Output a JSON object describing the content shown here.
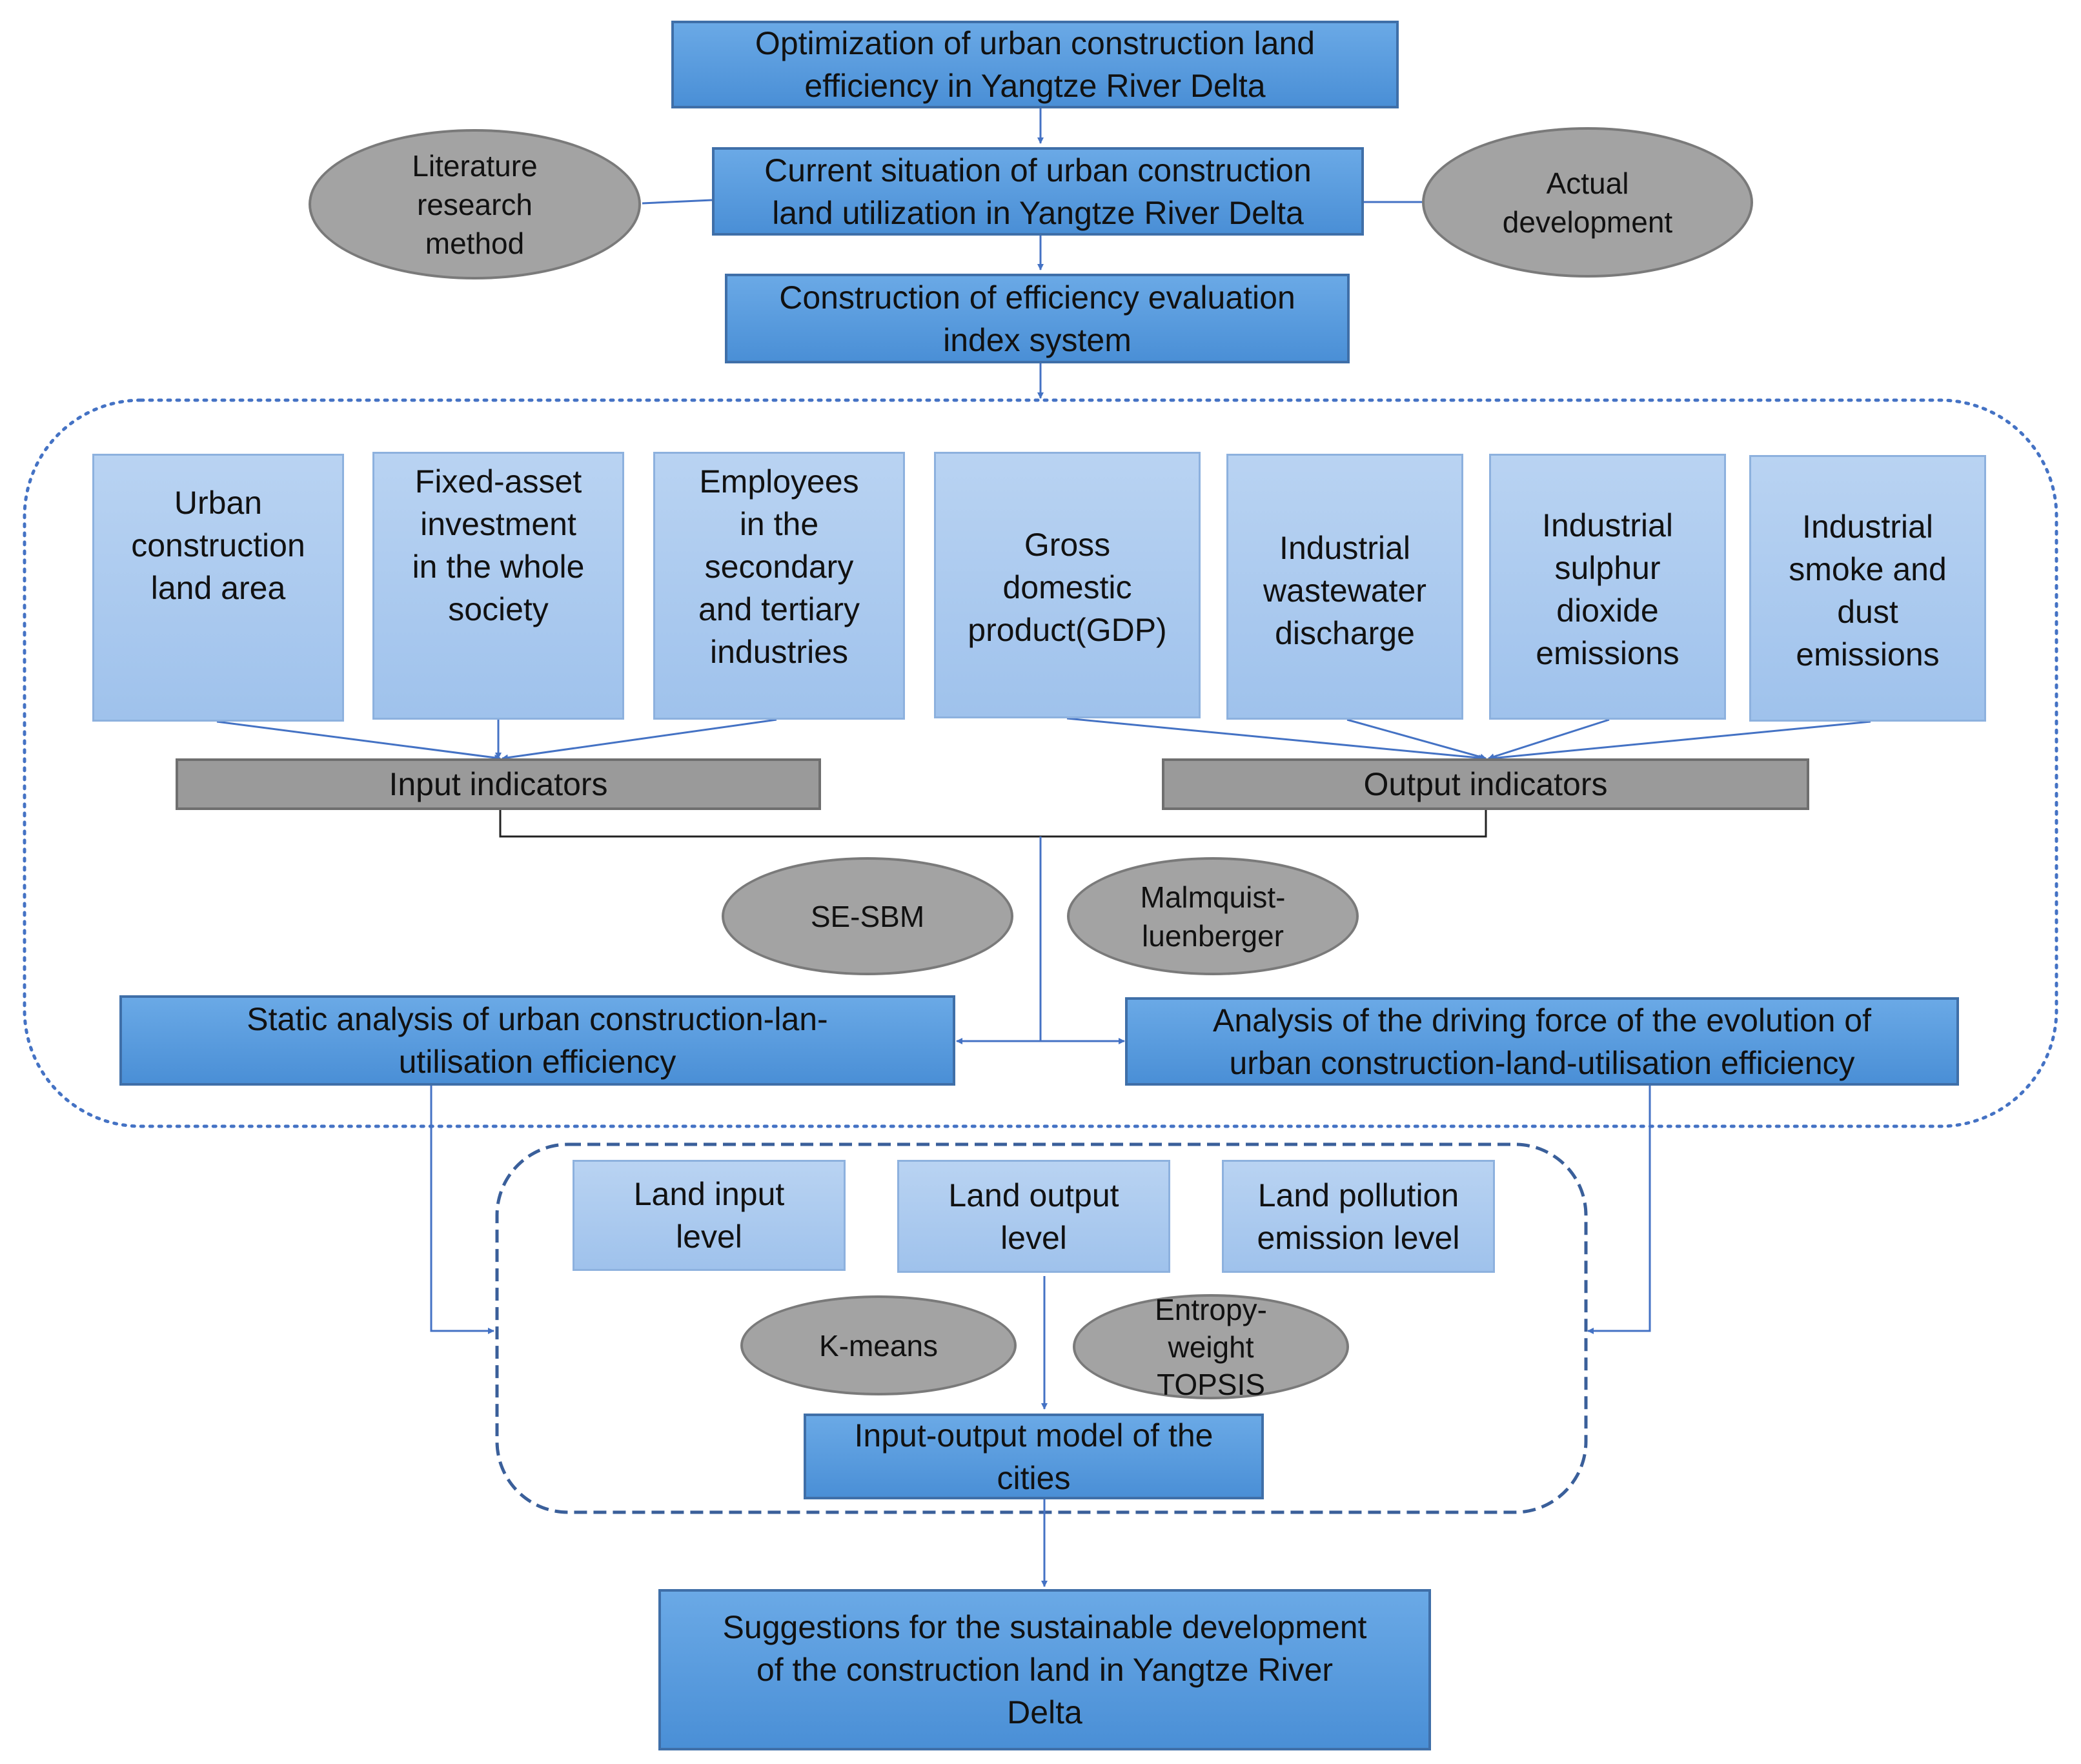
{
  "flow": {
    "top_goal": [
      "Optimization of urban construction land",
      "efficiency in Yangtze River Delta"
    ],
    "current_situation": [
      "Current situation of urban construction",
      "land utilization in Yangtze River Delta"
    ],
    "index_system": [
      "Construction of efficiency evaluation",
      "index system"
    ],
    "literature_method": [
      "Literature",
      "research",
      "method"
    ],
    "actual_development": [
      "Actual",
      "development"
    ]
  },
  "indicators": {
    "inputs": [
      [
        "Urban",
        "construction",
        "land area"
      ],
      [
        "Fixed-asset",
        "investment",
        "in the whole",
        "society"
      ],
      [
        "Employees",
        "in the",
        "secondary",
        "and tertiary",
        "industries"
      ]
    ],
    "outputs": [
      [
        "Gross",
        "domestic",
        "product(GDP)"
      ],
      [
        "Industrial",
        "wastewater",
        "discharge"
      ],
      [
        "Industrial",
        "sulphur",
        "dioxide",
        "emissions"
      ],
      [
        "Industrial",
        "smoke and",
        "dust",
        "emissions"
      ]
    ],
    "input_label": "Input indicators",
    "output_label": "Output indicators"
  },
  "methods": {
    "se_sbm": "SE-SBM",
    "malmquist": [
      "Malmquist-",
      "luenberger"
    ],
    "k_means": "K-means",
    "entropy": [
      "Entropy-",
      "weight",
      "TOPSIS"
    ]
  },
  "analysis": {
    "static": [
      "Static analysis of urban construction-lan-",
      "utilisation efficiency"
    ],
    "driving_force": [
      "Analysis of the driving force of the evolution of",
      "urban construction-land-utilisation efficiency"
    ]
  },
  "levels": {
    "land_input": [
      "Land input",
      "level"
    ],
    "land_output": [
      "Land output",
      "level"
    ],
    "land_pollution": [
      "Land pollution",
      "emission level"
    ]
  },
  "model": [
    "Input-output model of the",
    "cities"
  ],
  "suggestions": [
    "Suggestions for the sustainable development",
    "of the construction land in Yangtze River",
    "Delta"
  ],
  "colors": {
    "dark_box": "#4a8fd6",
    "light_box": "#a9c9ef",
    "gray": "#9a9a9a",
    "arrow": "#4472c4"
  }
}
